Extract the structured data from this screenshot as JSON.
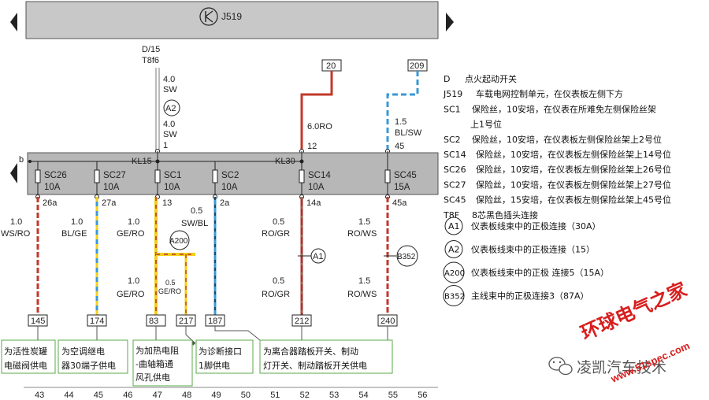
{
  "module": {
    "name": "J519"
  },
  "upper": {
    "d15": "D/15",
    "t8f6": "T8f6",
    "sw_size_1": "4.0",
    "sw_color_1": "SW",
    "a2_label": "A2",
    "sw_size_2": "4.0",
    "sw_color_2": "SW",
    "pin_1": "1",
    "feed20_label": "20",
    "feed20_wire_size": "6.0RO",
    "pin_12": "12",
    "feed209_label": "209",
    "feed209_wire_size": "1.5",
    "feed209_wire_color": "BL/SW",
    "pin_45": "45"
  },
  "bus": {
    "b_label": "b",
    "kl15": "KL15",
    "kl30": "KL30"
  },
  "fuses": [
    {
      "name": "SC26",
      "amp": "10A",
      "pin": "26a"
    },
    {
      "name": "SC27",
      "amp": "10A",
      "pin": "27a"
    },
    {
      "name": "SC1",
      "amp": "10A",
      "pin": "13"
    },
    {
      "name": "SC2",
      "amp": "10A",
      "pin": "2a"
    },
    {
      "name": "SC14",
      "amp": "10A",
      "pin": "14a"
    },
    {
      "name": "SC45",
      "amp": "15A",
      "pin": "45a"
    }
  ],
  "wires": {
    "w1_size": "1.0",
    "w1_color": "WS/RO",
    "w2_size": "1.0",
    "w2_color": "BL/GE",
    "w3_size": "1.0",
    "w3_color": "GE/RO",
    "w3b_size": "1.0",
    "w3b_color": "GE/RO",
    "w3c_size": "0.5",
    "w3c_color": "GE/RO",
    "w4_size": "0.5",
    "w4_color": "SW/BL",
    "w5_size": "0.5",
    "w5_color": "RO/GR",
    "w5b_size": "0.5",
    "w5b_color": "RO/GR",
    "w6_size": "1.5",
    "w6_color": "RO/WS",
    "w6b_size": "1.5",
    "w6b_color": "RO/WS",
    "a200": "A200",
    "a1": "A1",
    "b352": "B352"
  },
  "terminals": [
    "145",
    "174",
    "83",
    "217",
    "187",
    "212",
    "240"
  ],
  "captions": {
    "c1": [
      "为活性炭罐",
      "电磁阀供电"
    ],
    "c2": [
      "为空调继电",
      "器30端子供电"
    ],
    "c3": [
      "为加热电阻",
      "-曲轴箱通",
      "风孔供电"
    ],
    "c4": [
      "为诊断接口",
      "1脚供电"
    ],
    "c5": [
      "为离合器踏板开关、制动",
      "灯开关、制动踏板开关供电"
    ]
  },
  "bottom_numbers": [
    "43",
    "44",
    "45",
    "46",
    "47",
    "48",
    "49",
    "50",
    "51",
    "52",
    "53",
    "54",
    "55",
    "56"
  ],
  "legend": [
    {
      "key": "D",
      "text": "点火起动开关"
    },
    {
      "key": "J519",
      "text": "车载电网控制单元，在仪表板左侧下方"
    },
    {
      "key": "SC1",
      "text": "保险丝，10安培，在仪表在所难免左侧保险丝架"
    },
    {
      "key": "",
      "text": "上1号位"
    },
    {
      "key": "SC2",
      "text": "保险丝，10安培，在仪表板左侧保险丝架上2号位"
    },
    {
      "key": "SC14",
      "text": "保险丝，10安培，在仪表板左侧保险丝架上14号位"
    },
    {
      "key": "SC26",
      "text": "保险丝，10安培，在仪表板左侧保险丝架上26号位"
    },
    {
      "key": "SC27",
      "text": "保险丝，10安培，在仪表板左侧保险丝架上27号位"
    },
    {
      "key": "SC45",
      "text": "保险丝，15安培，在仪表板左侧保险丝架上45号位"
    },
    {
      "key": "T8F",
      "text": "8芯黑色插头连接"
    }
  ],
  "legend_circles": [
    {
      "key": "A1",
      "text": "仪表板线束中的正极连接（30A）"
    },
    {
      "key": "A2",
      "text": "仪表板线束中的正极连接（15）"
    },
    {
      "key": "A200",
      "text": "仪表板线束中的正极 连接5（15A）"
    },
    {
      "key": "B352",
      "text": "主线束中的正极连接3（87A）"
    }
  ],
  "watermark": {
    "wechat": "凌凯汽车技术",
    "brand": "环球电气之家",
    "url": "www.51spec.com"
  },
  "colors": {
    "module_fill": "#c8c8c8",
    "bus_fill": "#b7b7b7",
    "red": "#c0392b",
    "blue": "#3a98d8",
    "yellow": "#f1cf1d",
    "green": "#5aa84a",
    "dark_red": "#a93232"
  }
}
